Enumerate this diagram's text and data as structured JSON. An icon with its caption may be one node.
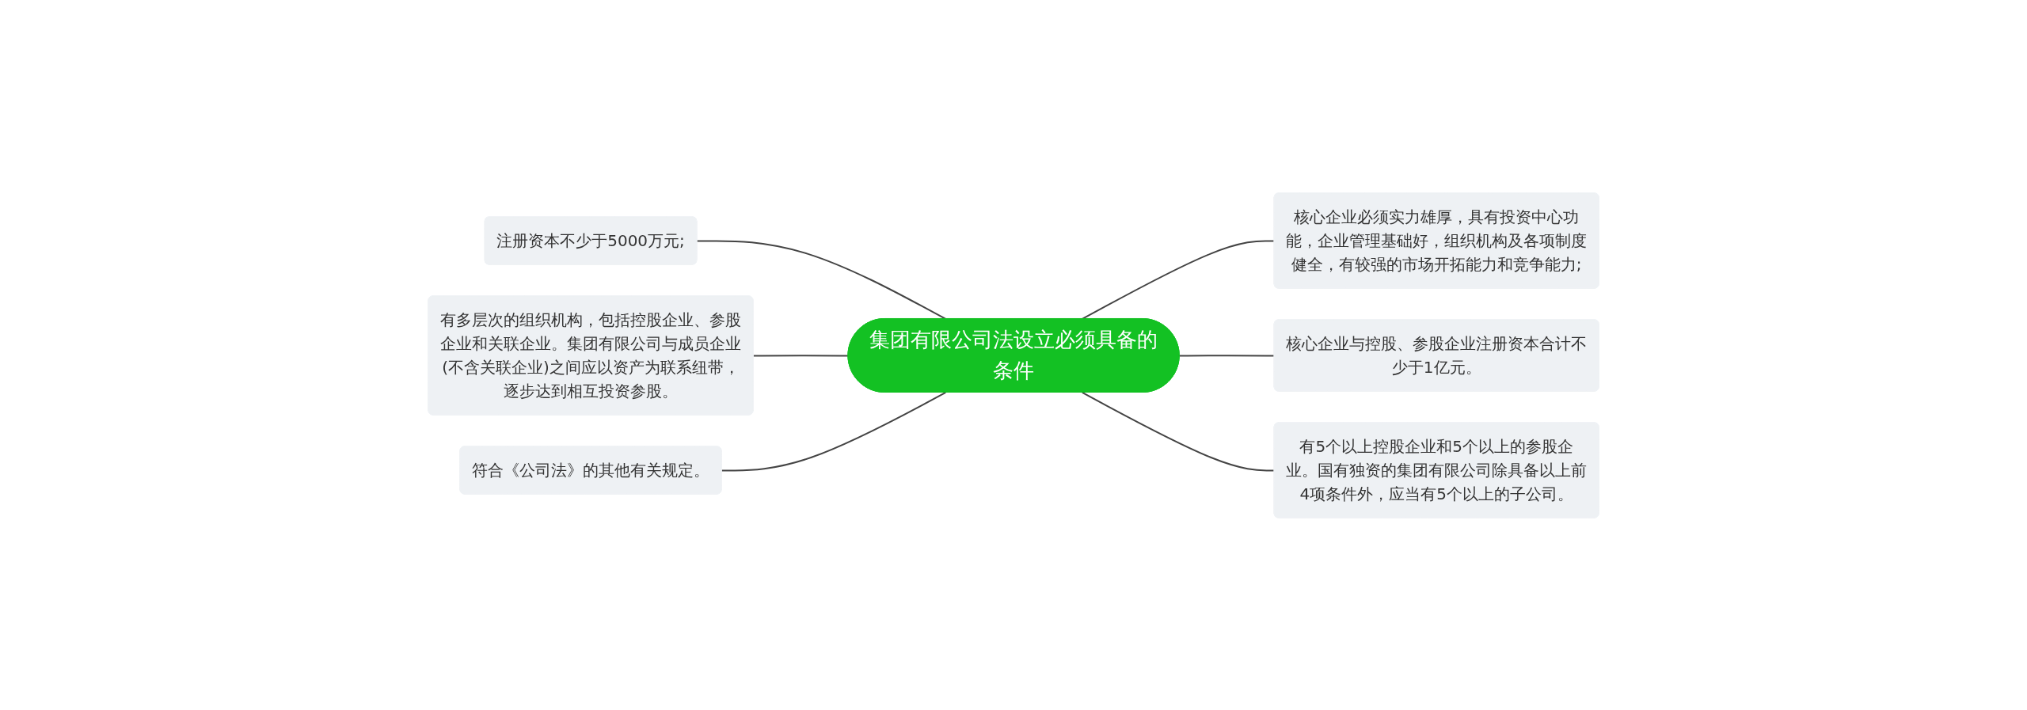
{
  "diagram": {
    "nodes": [
      {
        "text": [
          "集团有限公司法设立必须具备的条件"
        ]
      },
      {
        "text": [
          "注册资本不少于5000万元;"
        ]
      },
      {
        "text": [
          "有多层次的组织机构，包括控股企业、参股企业和关联企业。集团有限公司与成员企业(不含关联企业)之间应以资产为联系纽带，逐步达到相互投资参股。"
        ]
      },
      {
        "text": [
          "符合《公司法》的其他有关规定。"
        ]
      },
      {
        "text": [
          "核心企业必须实力雄厚，具有投资中心功能，企业管理基础好，组织机构及各项制度健全，有较强的市场开拓能力和竞争能力;"
        ]
      },
      {
        "text": [
          "核心企业与控股、参股企业注册资本合计不少于1亿元。"
        ]
      },
      {
        "text": [
          "有5个以上控股企业和5个以上的参股企业。国有独资的集团有限公司除具备以上前4项条件外，应当有5个以上的子公司。"
        ]
      }
    ],
    "edges": [
      {
        "from": 1,
        "to": 0,
        "arrow": "none"
      },
      {
        "from": 2,
        "to": 0,
        "arrow": "none"
      },
      {
        "from": 3,
        "to": 0,
        "arrow": "none"
      },
      {
        "from": 0,
        "to": 4,
        "arrow": "none"
      },
      {
        "from": 0,
        "to": 5,
        "arrow": "none"
      },
      {
        "from": 0,
        "to": 6,
        "arrow": "none"
      }
    ]
  }
}
